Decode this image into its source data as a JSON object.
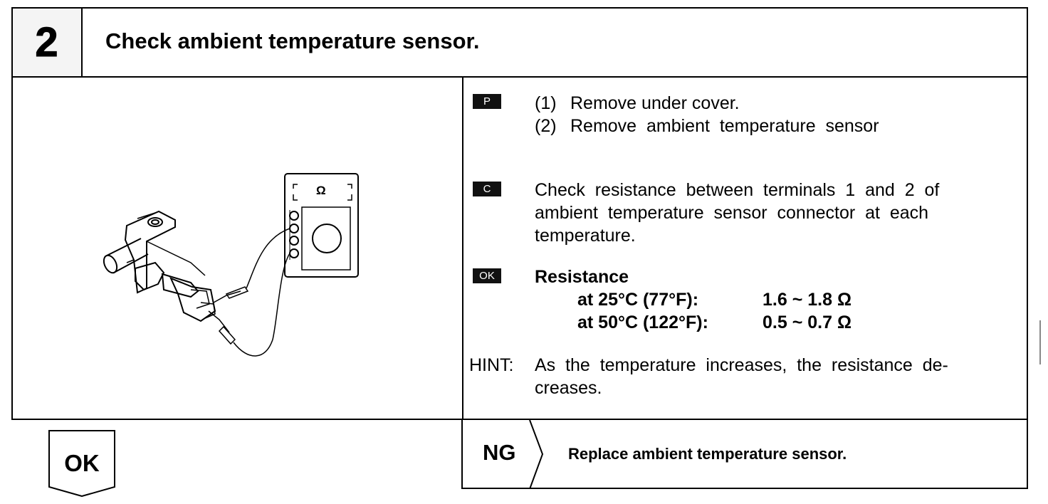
{
  "step": {
    "number": "2",
    "title": "Check ambient temperature sensor."
  },
  "illustration": {
    "meter_symbol": "Ω"
  },
  "procedure": {
    "badge": "P",
    "steps": [
      {
        "num": "(1)",
        "text": "Remove under cover."
      },
      {
        "num": "(2)",
        "text": "Remove  ambient  temperature  sensor"
      }
    ]
  },
  "check": {
    "badge": "C",
    "lines": [
      "Check  resistance  between  terminals  1  and  2  of",
      "ambient  temperature  sensor  connector  at  each",
      "temperature."
    ]
  },
  "spec": {
    "badge": "OK",
    "heading": "Resistance",
    "rows": [
      {
        "condition": "at 25°C (77°F):",
        "value": "1.6 ~ 1.8 Ω"
      },
      {
        "condition": "at 50°C (122°F):",
        "value": "0.5 ~ 0.7 Ω"
      }
    ]
  },
  "hint": {
    "label": "HINT:",
    "lines": [
      "As  the  temperature  increases,  the  resistance  de-",
      "creases."
    ]
  },
  "result_ok": {
    "label": "OK"
  },
  "result_ng": {
    "label": "NG",
    "action": "Replace ambient temperature sensor."
  }
}
